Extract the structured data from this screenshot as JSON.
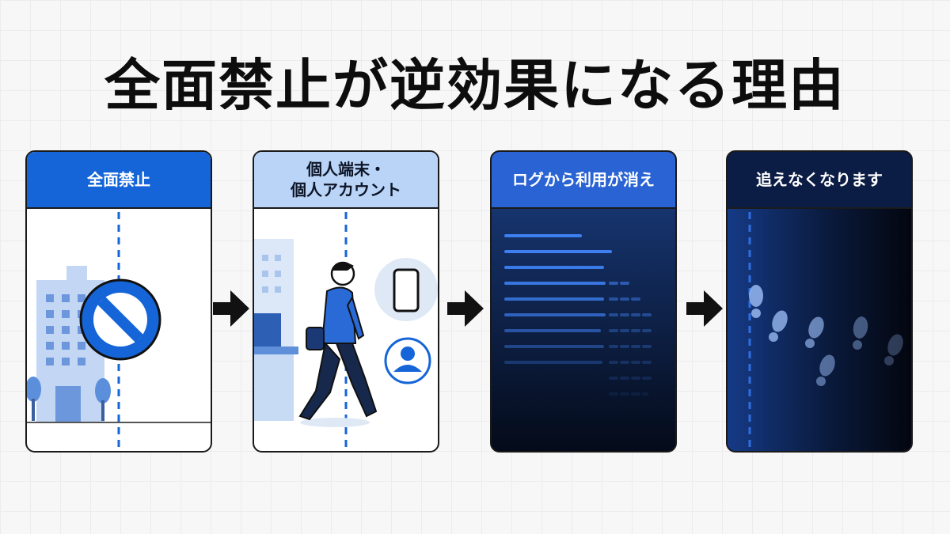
{
  "title": "全面禁止が逆効果になる理由",
  "panels": [
    {
      "label": "全面禁止",
      "colors": {
        "header": "#1565d8",
        "body": "#ffffff"
      }
    },
    {
      "label": "個人端末・\n個人アカウント",
      "colors": {
        "header": "#b9d4f7",
        "body": "#ffffff"
      }
    },
    {
      "label": "ログから利用が消え",
      "colors": {
        "header": "#2a63d3",
        "body": "#0a1730"
      }
    },
    {
      "label": "追えなくなります",
      "colors": {
        "header": "#0b1d44",
        "body": "#061025"
      }
    }
  ],
  "icons": [
    "building-icon",
    "prohibited-icon",
    "tree-icon",
    "walking-person-icon",
    "smartphone-icon",
    "user-account-icon",
    "laptop-icon",
    "log-lines-icon",
    "footprints-icon",
    "arrow-right-icon"
  ],
  "colors": {
    "accent": "#1565d8",
    "ink": "#1a1a1a",
    "light_blue": "#b9d4f7",
    "dark_navy": "#061025"
  }
}
